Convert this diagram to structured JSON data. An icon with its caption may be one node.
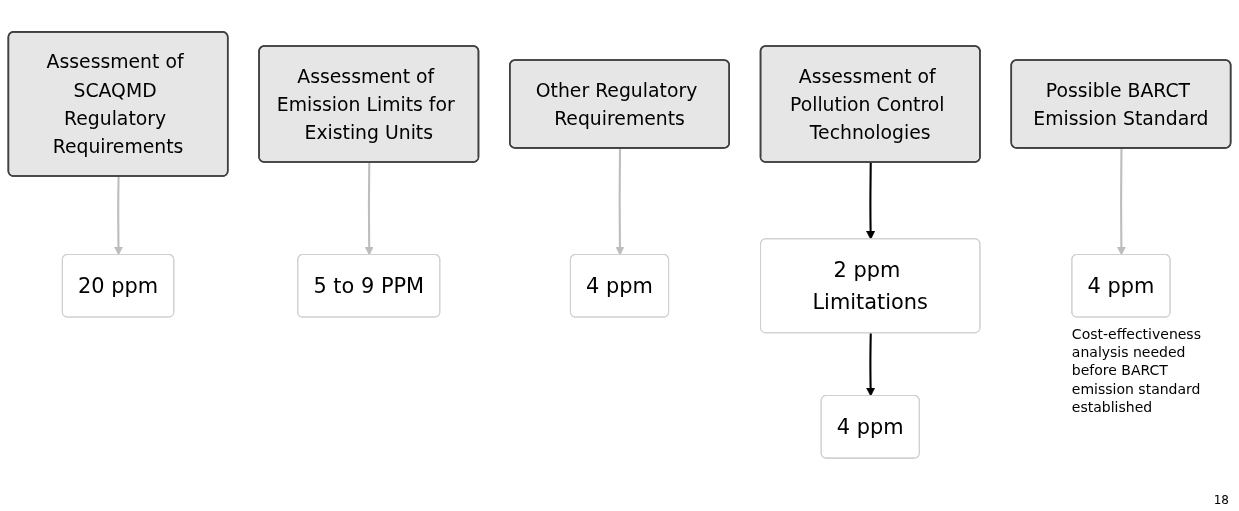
{
  "diagram": {
    "nodes": [
      {
        "text": [
          "Assessment of SCAQMD Regulatory Requirements"
        ]
      },
      {
        "text": [
          "Assessment of Emission Limits for Existing Units"
        ]
      },
      {
        "text": [
          "Other Regulatory Requirements"
        ]
      },
      {
        "text": [
          "Assessment of Pollution Control Technologies"
        ]
      },
      {
        "text": [
          "Possible BARCT Emission Standard"
        ]
      },
      {
        "text": [
          "20 ppm"
        ]
      },
      {
        "text": [
          "5 to 9 PPM"
        ]
      },
      {
        "text": [
          "4 ppm"
        ]
      },
      {
        "text": [
          "2 ppm Limitations"
        ]
      },
      {
        "text": [
          "4 ppm"
        ],
        "beside": [
          "Cost-effectiveness analysis needed before BARCT emission standard established"
        ]
      },
      {
        "text": [
          "4 ppm"
        ]
      }
    ],
    "edges": [
      {
        "from": 0,
        "to": 5,
        "arrow": "to"
      },
      {
        "from": 1,
        "to": 6,
        "arrow": "to"
      },
      {
        "from": 2,
        "to": 7,
        "arrow": "to"
      },
      {
        "from": 3,
        "to": 8,
        "arrow": "to",
        "color": "#000000"
      },
      {
        "from": 4,
        "to": 9,
        "arrow": "to"
      },
      {
        "from": 8,
        "to": 10,
        "arrow": "to",
        "color": "#000000"
      }
    ],
    "labels": [
      "18"
    ]
  }
}
